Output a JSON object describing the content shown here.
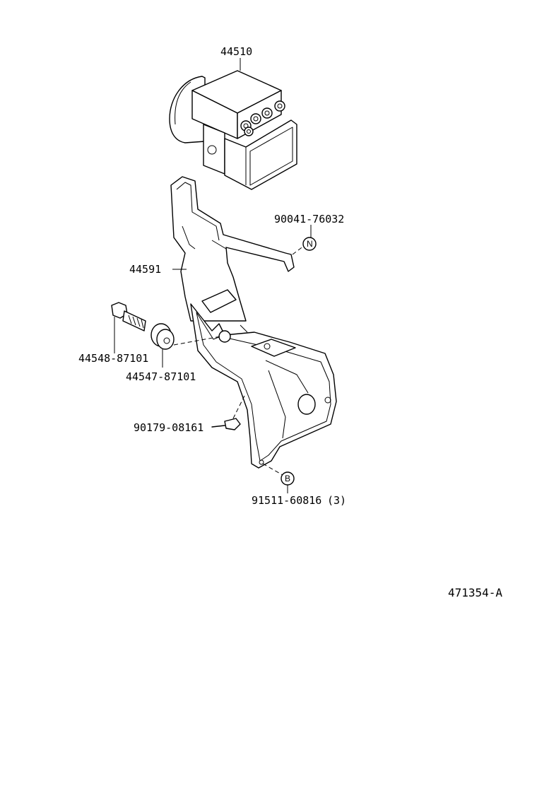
{
  "parts": {
    "actuator": "44510",
    "bracket": "44591",
    "bolt_n": "90041-76032",
    "bolt": "44548-87101",
    "cushion": "44547-87101",
    "clip": "90179-08161",
    "bolt_b": "91511-60816",
    "bolt_b_qty": "(3)"
  },
  "markers": {
    "n": "N",
    "b": "B"
  },
  "reference": "471354-A"
}
